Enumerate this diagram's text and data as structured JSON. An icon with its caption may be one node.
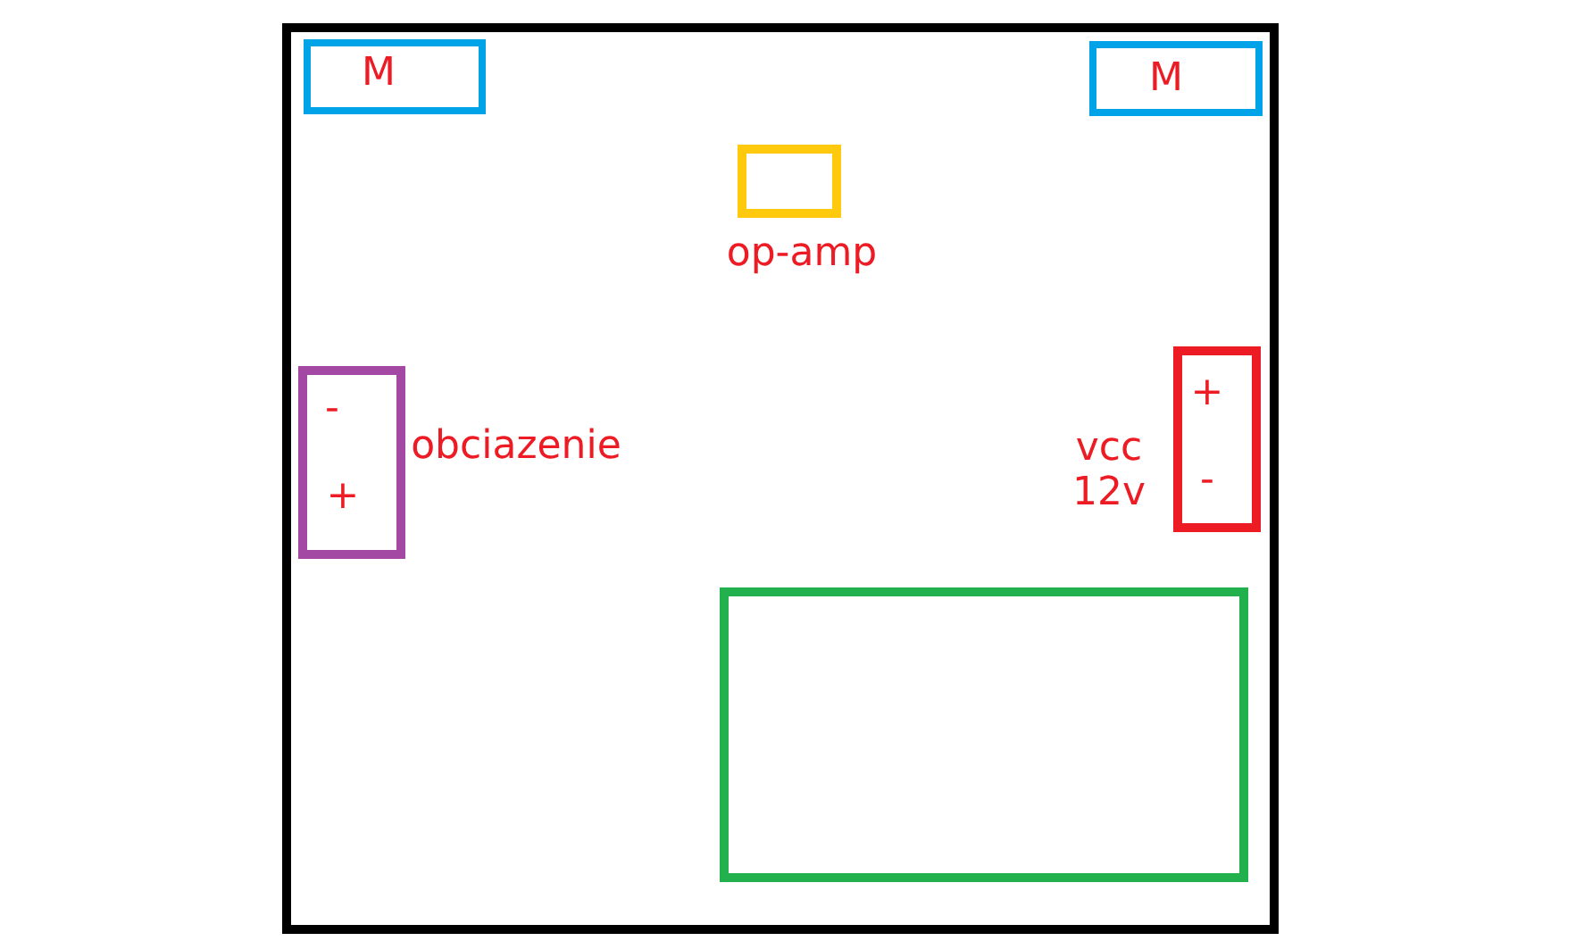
{
  "diagram": {
    "nodes": [
      {
        "text": [],
        "shape": "box"
      },
      {
        "text": [
          "M"
        ],
        "in": 0
      },
      {
        "text": [
          "M"
        ],
        "in": 0
      },
      {
        "text": [
          "op-amp"
        ],
        "in": 0
      },
      {
        "text": [
          "-",
          "+",
          "obciazenie"
        ],
        "in": 0
      },
      {
        "text": [
          "vcc 12v",
          "+",
          "-"
        ],
        "in": 0
      },
      {
        "text": [],
        "shape": "box",
        "in": 0
      }
    ]
  }
}
